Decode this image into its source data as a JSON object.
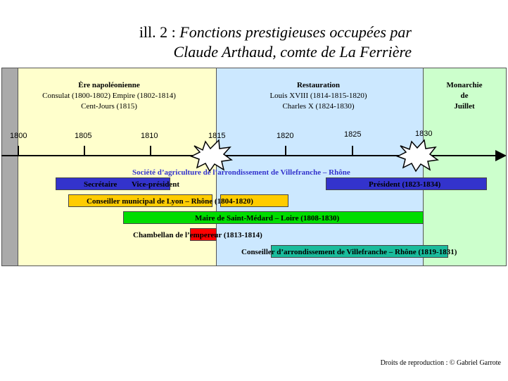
{
  "title": {
    "prefix": "ill. 2 : ",
    "line1": "Fonctions prestigieuses occupées par",
    "line2": "Claude Arthaud, comte de La Ferrière"
  },
  "eras": {
    "napoleonic": {
      "name": "Ère napoléonienne",
      "line1": "Consulat (1800-1802) Empire (1802-1814)",
      "line2": "Cent-Jours (1815)",
      "color": "#ffffcc"
    },
    "restoration": {
      "name": "Restauration",
      "line1": "Louis XVIII (1814-1815-1820)",
      "line2": "Charles X (1824-1830)",
      "color": "#cce8ff"
    },
    "july": {
      "line1": "Monarchie",
      "line2": "de",
      "line3": "Juillet",
      "color": "#ccffcc"
    }
  },
  "ticks": [
    "1800",
    "1805",
    "1810",
    "1815",
    "1820",
    "1825",
    "1830"
  ],
  "society": {
    "heading": "Société d’agriculture de l’arrondissement de Villefranche – Rhône",
    "secretary": "Secrétaire",
    "vice_president": "Vice-président",
    "president": "Président (1823-1834)",
    "color": "#3333cc"
  },
  "lyon": {
    "label": "Conseiller municipal de Lyon – Rhône (1804-1820)",
    "color": "#ffcc00"
  },
  "medard": {
    "label": "Maire de Saint-Médard – Loire (1808-1830)",
    "color": "#00dd00"
  },
  "chamberlain": {
    "label": "Chambellan de l’empereur (1813-1814)",
    "color": "#ff0000"
  },
  "arrondissement": {
    "label": "Conseiller d’arrondissement de Villefranche – Rhône (1819-1831)",
    "color": "#1abc9c"
  },
  "credit": "Droits de reproduction : © Gabriel Garrote"
}
